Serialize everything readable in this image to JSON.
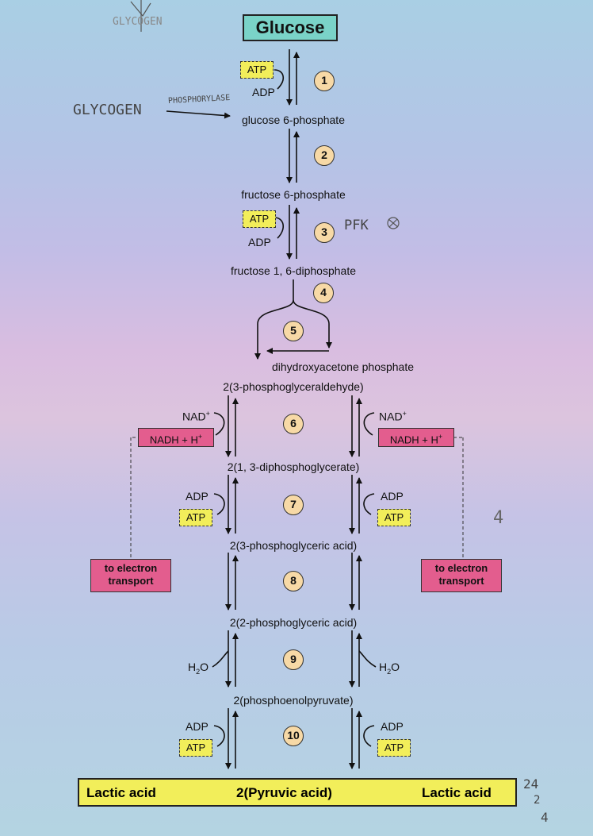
{
  "title": "Glucose",
  "step_numbers": [
    "1",
    "2",
    "3",
    "4",
    "5",
    "6",
    "7",
    "8",
    "9",
    "10"
  ],
  "molecules": {
    "g6p": "glucose 6-phosphate",
    "f6p": "fructose 6-phosphate",
    "f16dp": "fructose 1, 6-diphosphate",
    "dhap": "dihydroxyacetone phosphate",
    "pgal": "2(3-phosphoglyceraldehyde)",
    "dpg": "2(1, 3-diphosphoglycerate)",
    "pga3": "2(3-phosphoglyceric acid)",
    "pga2": "2(2-phosphoglyceric acid)",
    "pep": "2(phosphoenolpyruvate)"
  },
  "cofactors": {
    "atp": "ATP",
    "adp": "ADP",
    "nad": "NAD",
    "nad_sup": "+",
    "nadh": "NADH + H",
    "nadh_sup": "+",
    "h2o_h": "H",
    "h2o_sub": "2",
    "h2o_o": "O"
  },
  "electron_transport": "to electron transport",
  "bottom_bar": {
    "left": "Lactic acid",
    "center": "2(Pyruvic acid)",
    "right": "Lactic acid"
  },
  "handwritten": {
    "glycogen_top": "GLYCOGEN",
    "glycogen": "GLYCOGEN",
    "phosphorylase": "PHOSPHORYLASE",
    "pfk": "PFK",
    "four": "4",
    "corner_a": "24",
    "corner_b": "2",
    "corner_c": "4"
  },
  "colors": {
    "title_bg": "#7ad3c8",
    "number_circle": "#f7d9a6",
    "atp_box": "#f2ee5a",
    "nadh_box": "#e35d8e",
    "bottom_bar": "#f2ee5a"
  }
}
